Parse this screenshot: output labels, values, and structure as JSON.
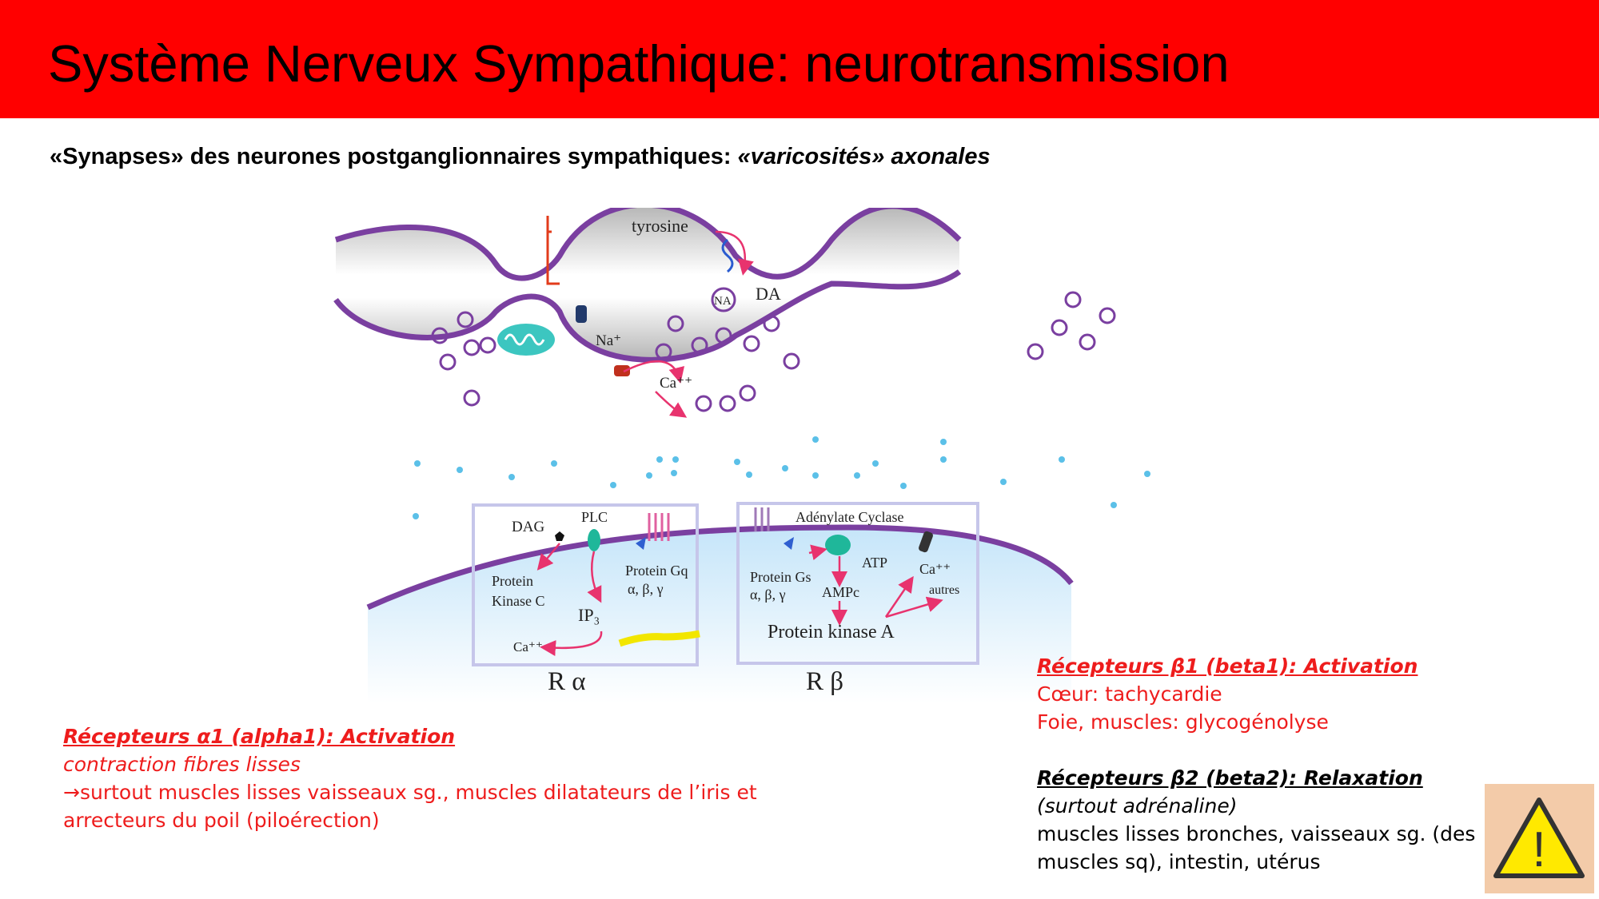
{
  "slide": {
    "title": "Système Nerveux Sympathique: neurotransmission",
    "subtitle_plain": "«Synapses» des neurones postganglionnaires sympathiques: ",
    "subtitle_italic": "«varicosités» axonales"
  },
  "diagram": {
    "labels": {
      "tyrosine": "tyrosine",
      "da": "DA",
      "na": "NA",
      "na_plus": "Na⁺",
      "ca_top": "Ca⁺⁺",
      "dag": "DAG",
      "plc": "PLC",
      "protein_gq": "Protein Gq",
      "gq_subunits": "α, β, γ",
      "pkc_line1": "Protein",
      "pkc_line2": "Kinase C",
      "ip3": "IP₃",
      "ca_alpha": "Ca⁺⁺",
      "adenylate_cyclase": "Adénylate Cyclase",
      "protein_gs": "Protein Gs",
      "gs_subunits": "α, β, γ",
      "atp": "ATP",
      "ampc": "AMPc",
      "ca_beta": "Ca⁺⁺",
      "autres": "autres",
      "pka": "Protein kinase A",
      "r_alpha": "R α",
      "r_beta": "R β"
    }
  },
  "alpha1": {
    "heading": "Récepteurs α1 (alpha1): Activation",
    "line1": "contraction fibres lisses",
    "line2": "→surtout muscles lisses vaisseaux sg., muscles dilatateurs de l’iris et",
    "line3": "arrecteurs du poil (piloérection)"
  },
  "beta1": {
    "heading": "Récepteurs β1 (beta1): Activation",
    "line1": "Cœur: tachycardie",
    "line2": "Foie, muscles: glycogénolyse"
  },
  "beta2": {
    "heading": "Récepteurs β2 (beta2): Relaxation",
    "line1": "(surtout adrénaline)",
    "line2": "muscles lisses bronches, vaisseaux sg. (des",
    "line3": "muscles sq), intestin, utérus"
  },
  "warning": {
    "icon": "warning-triangle-icon",
    "glyph": "!"
  },
  "colors": {
    "title_bar": "#ff0000",
    "membrane": "#7a3fa0",
    "red_text": "#ee1c1c",
    "arrow": "#e8336e",
    "neurotransmitter": "#5bc0e8"
  }
}
